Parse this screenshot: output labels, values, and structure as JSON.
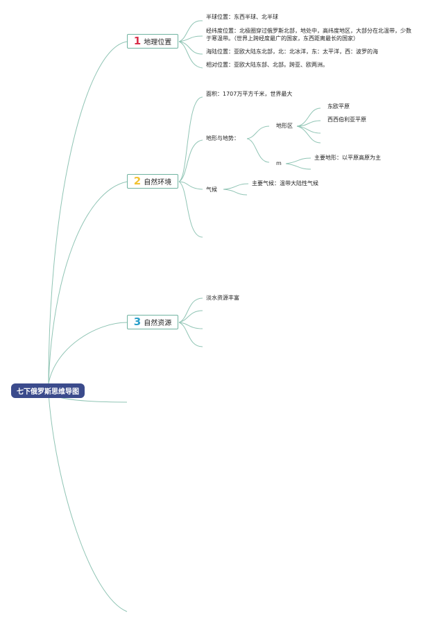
{
  "root": "七下俄罗斯思维导图",
  "colors": {
    "line": "#8fc4b4",
    "root_bg": "#3b4b8c",
    "num1": "#d8304a",
    "num2": "#f1c232",
    "num3": "#2a9fc9"
  },
  "branches": [
    {
      "num": "1",
      "label": "地理位置",
      "items": [
        "半球位置：东西半球、北半球",
        "经纬度位置：北极圈穿过俄罗斯北部，地处中，高纬度地区，大部分在北温带，少数于寒温带。（世界上跨经度最广的国家，东西距离最长的国家）",
        "海陆位置：亚欧大陆东北部，北：北冰洋，东：太平洋，西：波罗的海",
        "相对位置：亚欧大陆东部、北部。跨亚、欧两洲。"
      ]
    },
    {
      "num": "2",
      "label": "自然环境",
      "area": "面积：1707万平方千米，世界最大",
      "terrain": {
        "label": "地形与地势：",
        "region_label": "地形区",
        "regions": [
          "东欧平原",
          "西西伯利亚平原"
        ],
        "m_label": "m",
        "main_terrain": "主要地形：以平原高原为主"
      },
      "climate": {
        "label": "气候",
        "main": "主要气候：温带大陆性气候"
      }
    },
    {
      "num": "3",
      "label": "自然资源",
      "items": [
        "淡水资源丰富"
      ]
    }
  ]
}
